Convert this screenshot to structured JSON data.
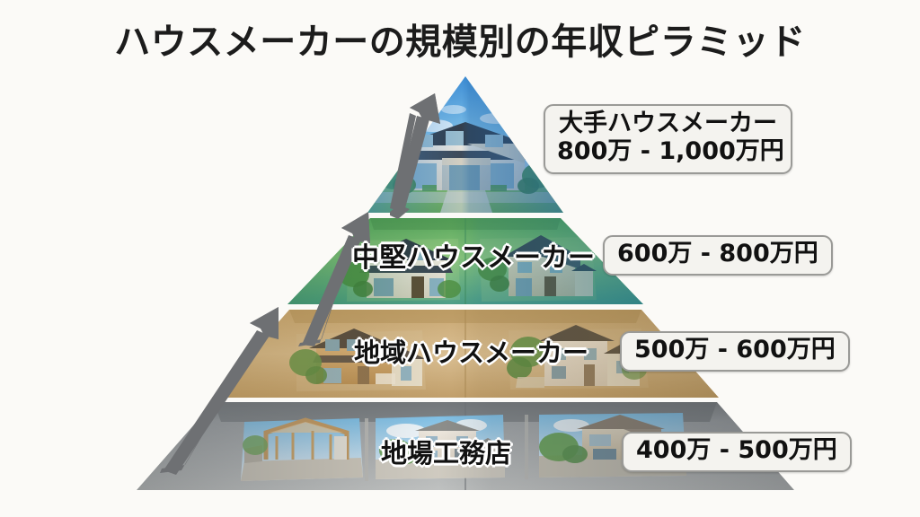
{
  "page": {
    "title": "ハウスメーカーの規模別の年収ピラミッド",
    "background_color": "#fbfaf7",
    "title_color": "#1c1c1c"
  },
  "diagram": {
    "type": "pyramid",
    "orientation": "apex-top",
    "tier_count": 4,
    "growth_arrows": {
      "count": 3,
      "direction": "up-right",
      "color": "#6e7073",
      "meaning": "年収が上がる方向"
    },
    "tiers": [
      {
        "rank": 1,
        "name": "大手ハウスメーカー",
        "salary_range": "800万 - 1,000万円",
        "salary_min": 800,
        "salary_max": 1000,
        "unit": "万円",
        "band_color": "#3d8fd4",
        "imagery": "大手ハウスメーカーの新築二階建て住宅",
        "callout_label": "大手ハウスメーカー\n800万 - 1,000万円"
      },
      {
        "rank": 2,
        "name": "中堅ハウスメーカー",
        "salary_range": "600万 - 800万円",
        "salary_min": 600,
        "salary_max": 800,
        "unit": "万円",
        "band_color": "#5faa62",
        "imagery": "中堅ハウスメーカーの住宅二棟",
        "callout_label": "600万 - 800万円"
      },
      {
        "rank": 3,
        "name": "地域ハウスメーカー",
        "salary_range": "500万 - 600万円",
        "salary_min": 500,
        "salary_max": 600,
        "unit": "万円",
        "band_color": "#cdab74",
        "imagery": "地域ハウスメーカーの木造住宅二棟",
        "callout_label": "500万 - 600万円"
      },
      {
        "rank": 4,
        "name": "地場工務店",
        "salary_range": "400万 - 500万円",
        "salary_min": 400,
        "salary_max": 500,
        "unit": "万円",
        "band_color": "#a9aaac",
        "imagery": "地場工務店の建築中の木造住宅と住宅三棟",
        "callout_label": "400万 - 500万円"
      }
    ]
  }
}
